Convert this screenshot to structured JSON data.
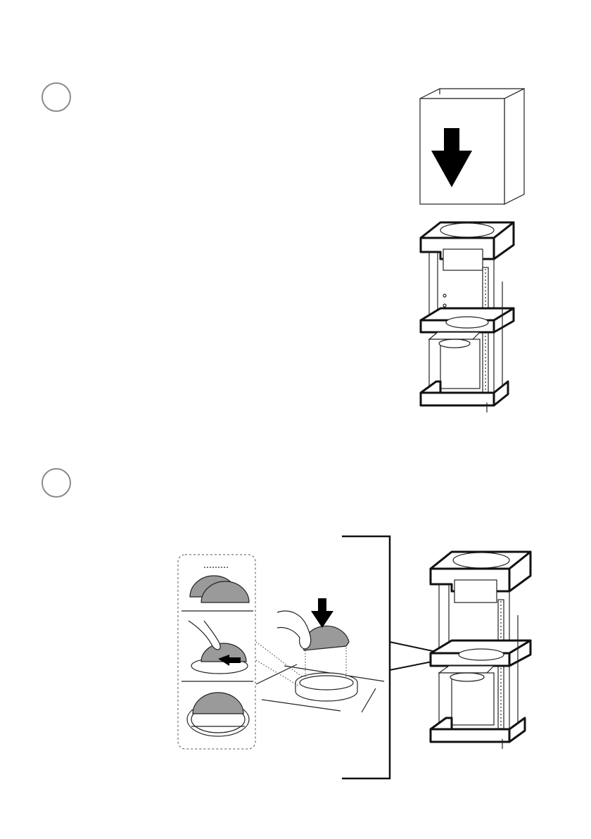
{
  "steps": [
    {
      "marker": "step-1-circle"
    },
    {
      "marker": "step-2-circle"
    }
  ],
  "illustrations": {
    "step1": [
      "chimney-cover-drawing",
      "down-arrow-icon",
      "hood-frame-drawing"
    ],
    "step2": [
      "damper-detail-panel",
      "damper-insertion-drawing",
      "hood-frame-drawing-2",
      "callout-bracket"
    ]
  },
  "colors": {
    "line": "#111111",
    "fill_grey": "#9a9a9a",
    "circle": "#8a8a8a"
  }
}
